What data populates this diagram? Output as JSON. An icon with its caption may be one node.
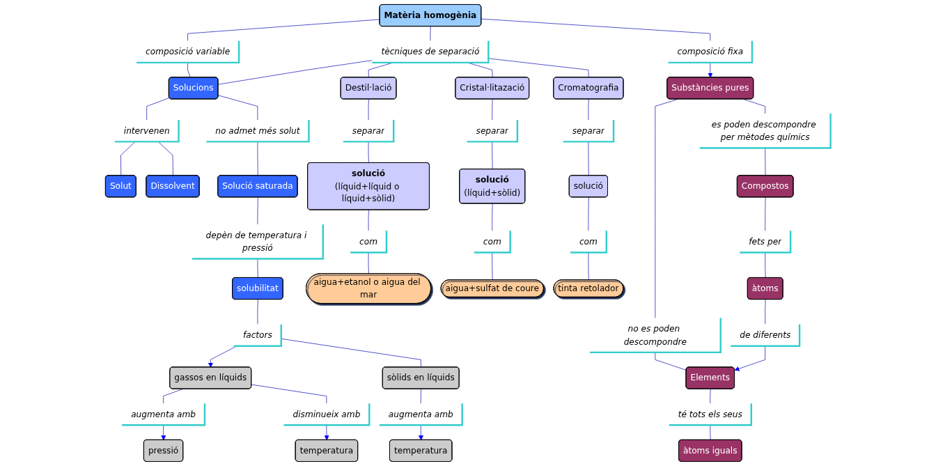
{
  "diagram": {
    "nodes": [
      {
        "text": [
          "Matèria homogènia"
        ]
      },
      {
        "text": [
          "tècniques de separació"
        ]
      },
      {
        "text": [
          "composició fixa"
        ]
      },
      {
        "text": [
          "Substàncies pures"
        ]
      },
      {
        "text": [
          "composició variable"
        ]
      },
      {
        "text": [
          "es poden descompondre per mètodes químics"
        ]
      },
      {
        "text": [
          "no es poden descompondre"
        ]
      },
      {
        "text": [
          "Destil·lació"
        ]
      },
      {
        "text": [
          "Cristal·litazació"
        ]
      },
      {
        "text": [
          "Cromatografia"
        ]
      },
      {
        "text": [
          "Compostos"
        ]
      },
      {
        "text": [
          "Elements"
        ]
      },
      {
        "text": [
          "Solucions"
        ]
      },
      {
        "text": [
          "separar"
        ]
      },
      {
        "text": [
          "separar"
        ]
      },
      {
        "text": [
          "separar"
        ]
      },
      {
        "text": [
          "intervenen"
        ]
      },
      {
        "text": [
          "fets per"
        ]
      },
      {
        "text": [
          "de diferents"
        ]
      },
      {
        "text": [
          "té tots els seus"
        ]
      },
      {
        "text": [
          "Solut"
        ]
      },
      {
        "text": [
          "Dissolvent"
        ]
      },
      {
        "text": [
          "no admet més solut"
        ]
      },
      {
        "text": [
          "solució",
          "(líquid+líquid o líquid+sòlid)"
        ]
      },
      {
        "text": [
          "solució",
          "(líquid+sòlid)"
        ]
      },
      {
        "text": [
          "àtoms"
        ]
      },
      {
        "text": [
          "àtoms iguals"
        ]
      },
      {
        "text": [
          "solució"
        ]
      },
      {
        "text": [
          "Solució saturada"
        ]
      },
      {
        "text": [
          "depèn de temperatura i pressió"
        ]
      },
      {
        "text": [
          "com"
        ]
      },
      {
        "text": [
          "com"
        ]
      },
      {
        "text": [
          "com"
        ]
      },
      {
        "text": [
          "augmenta amb"
        ]
      },
      {
        "text": [
          "pressió"
        ]
      },
      {
        "text": [
          "gassos en líquids"
        ]
      },
      {
        "text": [
          "temperatura"
        ]
      },
      {
        "text": [
          "disminueix amb"
        ]
      },
      {
        "text": [
          "solubilitat"
        ]
      },
      {
        "text": [
          "factors"
        ]
      },
      {
        "text": [
          "sòlids en líquids"
        ]
      },
      {
        "text": [
          "augmenta amb"
        ]
      },
      {
        "text": [
          "temperatura"
        ]
      },
      {
        "text": [
          "aigua+etanol o aigua del mar"
        ]
      },
      {
        "text": [
          "aigua+sulfat de coure"
        ]
      },
      {
        "text": [
          "tinta retolador"
        ]
      }
    ],
    "edges": [
      {
        "from": 0,
        "to": 1,
        "arrow": "none"
      },
      {
        "from": 0,
        "to": 2,
        "arrow": "none"
      },
      {
        "from": 2,
        "to": 3,
        "arrow": "to"
      },
      {
        "from": 0,
        "to": 4,
        "arrow": "none"
      },
      {
        "from": 4,
        "to": 12,
        "arrow": "none"
      },
      {
        "from": 1,
        "to": 7,
        "arrow": "none"
      },
      {
        "from": 1,
        "to": 8,
        "arrow": "none"
      },
      {
        "from": 1,
        "to": 9,
        "arrow": "none"
      },
      {
        "from": 1,
        "to": 12,
        "arrow": "none"
      },
      {
        "from": 3,
        "to": 5,
        "arrow": "none"
      },
      {
        "from": 5,
        "to": 10,
        "arrow": "none"
      },
      {
        "from": 3,
        "to": 6,
        "arrow": "none"
      },
      {
        "from": 6,
        "to": 11,
        "arrow": "none"
      },
      {
        "from": 7,
        "to": 13,
        "arrow": "none"
      },
      {
        "from": 13,
        "to": 23,
        "arrow": "none"
      },
      {
        "from": 8,
        "to": 14,
        "arrow": "none"
      },
      {
        "from": 14,
        "to": 24,
        "arrow": "none"
      },
      {
        "from": 9,
        "to": 15,
        "arrow": "none"
      },
      {
        "from": 15,
        "to": 27,
        "arrow": "none"
      },
      {
        "from": 23,
        "to": 30,
        "arrow": "none"
      },
      {
        "from": 30,
        "to": 43,
        "arrow": "none"
      },
      {
        "from": 24,
        "to": 31,
        "arrow": "none"
      },
      {
        "from": 31,
        "to": 44,
        "arrow": "none"
      },
      {
        "from": 27,
        "to": 32,
        "arrow": "none"
      },
      {
        "from": 32,
        "to": 45,
        "arrow": "none"
      },
      {
        "from": 12,
        "to": 16,
        "arrow": "none"
      },
      {
        "from": 16,
        "to": 20,
        "arrow": "none"
      },
      {
        "from": 16,
        "to": 21,
        "arrow": "none"
      },
      {
        "from": 12,
        "to": 22,
        "arrow": "none"
      },
      {
        "from": 22,
        "to": 28,
        "arrow": "none"
      },
      {
        "from": 28,
        "to": 29,
        "arrow": "none"
      },
      {
        "from": 29,
        "to": 38,
        "arrow": "none"
      },
      {
        "from": 38,
        "to": 39,
        "arrow": "none"
      },
      {
        "from": 39,
        "to": 35,
        "arrow": "to"
      },
      {
        "from": 39,
        "to": 40,
        "arrow": "none"
      },
      {
        "from": 35,
        "to": 33,
        "arrow": "none"
      },
      {
        "from": 33,
        "to": 34,
        "arrow": "to"
      },
      {
        "from": 35,
        "to": 37,
        "arrow": "none"
      },
      {
        "from": 37,
        "to": 36,
        "arrow": "to"
      },
      {
        "from": 40,
        "to": 41,
        "arrow": "none"
      },
      {
        "from": 41,
        "to": 42,
        "arrow": "to"
      },
      {
        "from": 10,
        "to": 17,
        "arrow": "none"
      },
      {
        "from": 17,
        "to": 25,
        "arrow": "none"
      },
      {
        "from": 25,
        "to": 18,
        "arrow": "none"
      },
      {
        "from": 18,
        "to": 11,
        "arrow": "to"
      },
      {
        "from": 11,
        "to": 19,
        "arrow": "none"
      },
      {
        "from": 19,
        "to": 26,
        "arrow": "none"
      }
    ]
  }
}
